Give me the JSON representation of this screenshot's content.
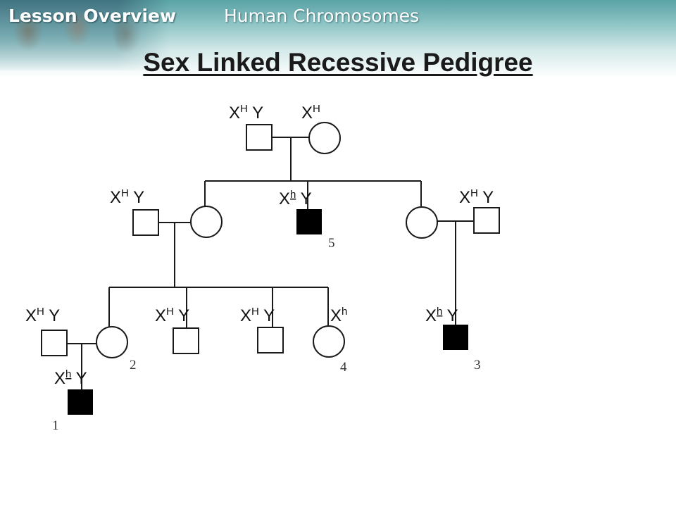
{
  "header": {
    "lesson_label": "Lesson Overview",
    "topic": "Human Chromosomes"
  },
  "title": "Sex Linked Recessive Pedigree",
  "pedigree": {
    "genotypes": {
      "gen1_father": {
        "base": "X",
        "sup": "H",
        "rest": " Y",
        "underline": false
      },
      "gen1_mother": {
        "base": "X",
        "sup": "H",
        "rest": "",
        "underline": false
      },
      "gen2_husband_left": {
        "base": "X",
        "sup": "H",
        "rest": " Y",
        "underline": false
      },
      "gen2_son_5": {
        "base": "X",
        "sup": "h",
        "rest": " Y",
        "underline": true
      },
      "gen2_husband_right": {
        "base": "X",
        "sup": "H",
        "rest": " Y",
        "underline": false
      },
      "gen3_husband": {
        "base": "X",
        "sup": "H",
        "rest": " Y",
        "underline": false
      },
      "gen3_son_a": {
        "base": "X",
        "sup": "H",
        "rest": " Y",
        "underline": false
      },
      "gen3_son_b": {
        "base": "X",
        "sup": "H",
        "rest": " Y",
        "underline": false
      },
      "gen3_daughter_4": {
        "base": "X",
        "sup": "h",
        "rest": "",
        "underline": false
      },
      "gen3_son_3": {
        "base": "X",
        "sup": "h",
        "rest": " Y",
        "underline": true
      },
      "gen4_son_1": {
        "base": "X",
        "sup": "h",
        "rest": " Y",
        "underline": true
      }
    },
    "numbers": {
      "n1": "1",
      "n2": "2",
      "n3": "3",
      "n4": "4",
      "n5": "5"
    },
    "affected_color": "#000000",
    "line_color": "#1a1a1a"
  }
}
